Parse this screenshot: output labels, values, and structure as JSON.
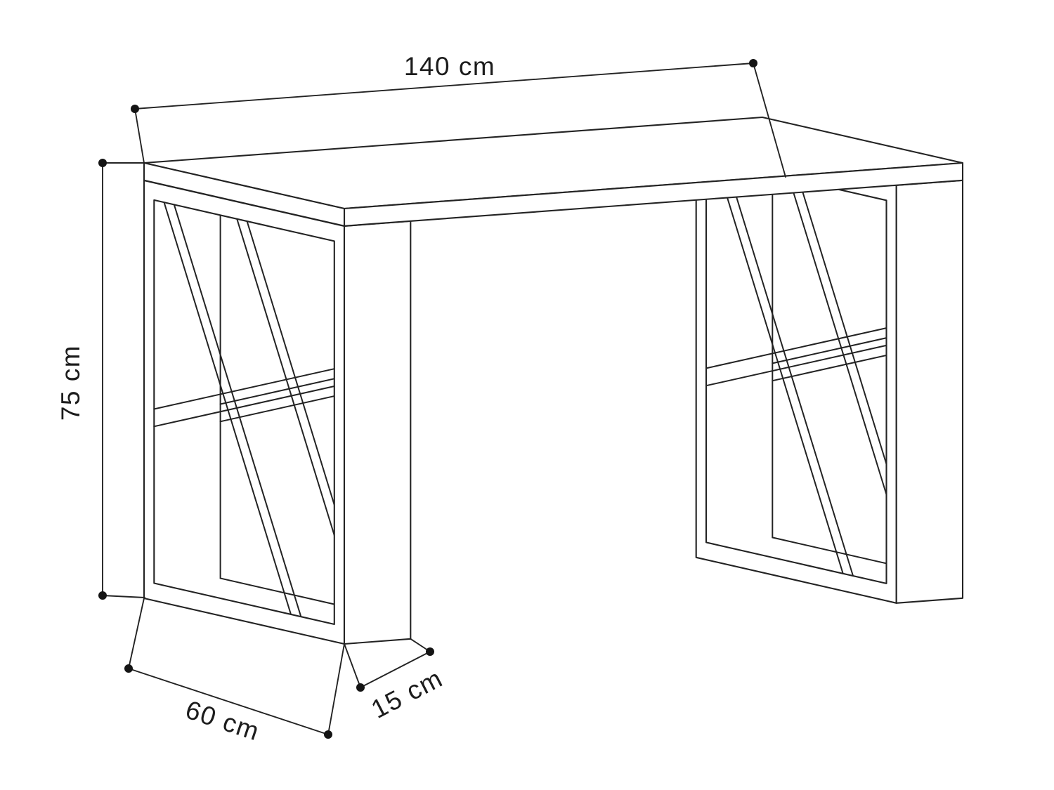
{
  "dimensions": {
    "width": {
      "label": "140 cm"
    },
    "height": {
      "label": "75 cm"
    },
    "depth": {
      "label": "60 cm"
    },
    "leg_thickness": {
      "label": "15 cm"
    }
  },
  "colors": {
    "background": "#ffffff",
    "line": "#232323",
    "text": "#1c1c1c",
    "dot": "#141414"
  }
}
